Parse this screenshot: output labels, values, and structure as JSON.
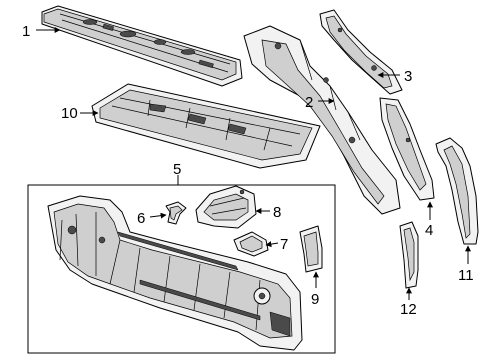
{
  "callouts": {
    "c1": "1",
    "c2": "2",
    "c3": "3",
    "c4": "4",
    "c5": "5",
    "c6": "6",
    "c7": "7",
    "c8": "8",
    "c9": "9",
    "c10": "10",
    "c11": "11",
    "c12": "12"
  },
  "colors": {
    "line": "#000000",
    "fill": "#f2f2f2",
    "shade": "#cfcfcf",
    "dark": "#4a4a4a"
  }
}
